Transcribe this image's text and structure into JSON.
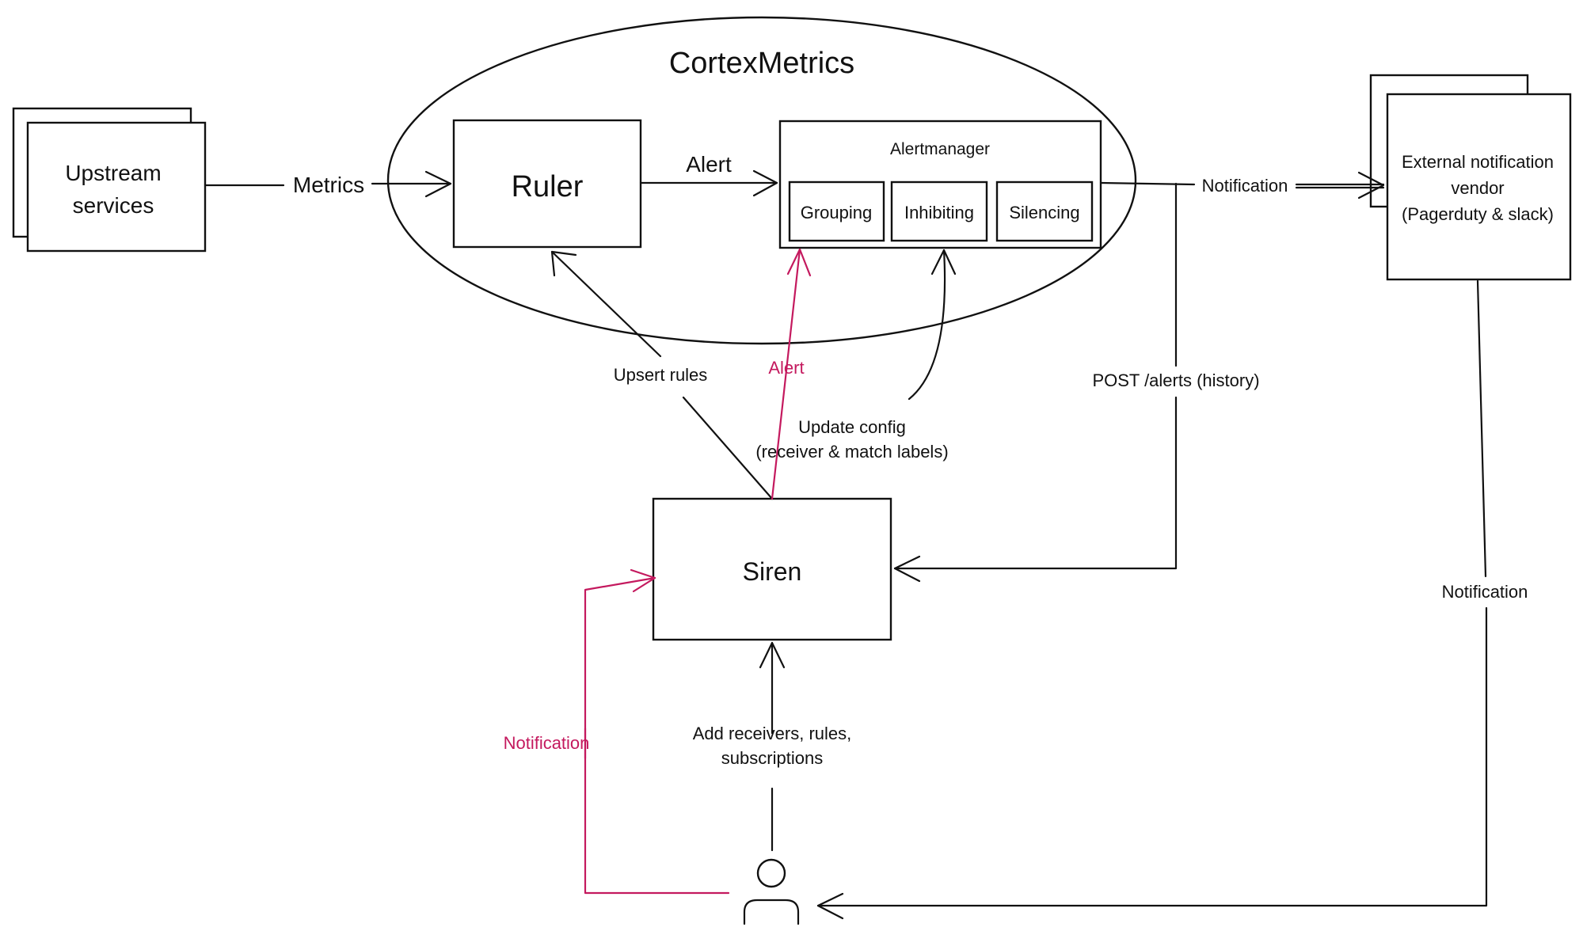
{
  "diagram": {
    "cluster_title": "CortexMetrics",
    "nodes": {
      "upstream": {
        "line1": "Upstream",
        "line2": "services"
      },
      "ruler": "Ruler",
      "alertmanager": "Alertmanager",
      "grouping": "Grouping",
      "inhibiting": "Inhibiting",
      "silencing": "Silencing",
      "vendor": {
        "line1": "External notification",
        "line2": "vendor",
        "line3": "(Pagerduty & slack)"
      },
      "siren": "Siren",
      "user": "user-icon"
    },
    "edges": {
      "metrics": "Metrics",
      "alert_top": "Alert",
      "notification_right": "Notification",
      "upsert_rules": "Upsert rules",
      "alert_pink": "Alert",
      "update_config": {
        "line1": "Update config",
        "line2": "(receiver & match labels)"
      },
      "post_alerts": "POST /alerts (history)",
      "add_receivers": {
        "line1": "Add receivers, rules,",
        "line2": "subscriptions"
      },
      "notification_pink": "Notification",
      "notification_vendor": "Notification"
    },
    "colors": {
      "ink": "#111111",
      "accent": "#c4195e"
    }
  }
}
